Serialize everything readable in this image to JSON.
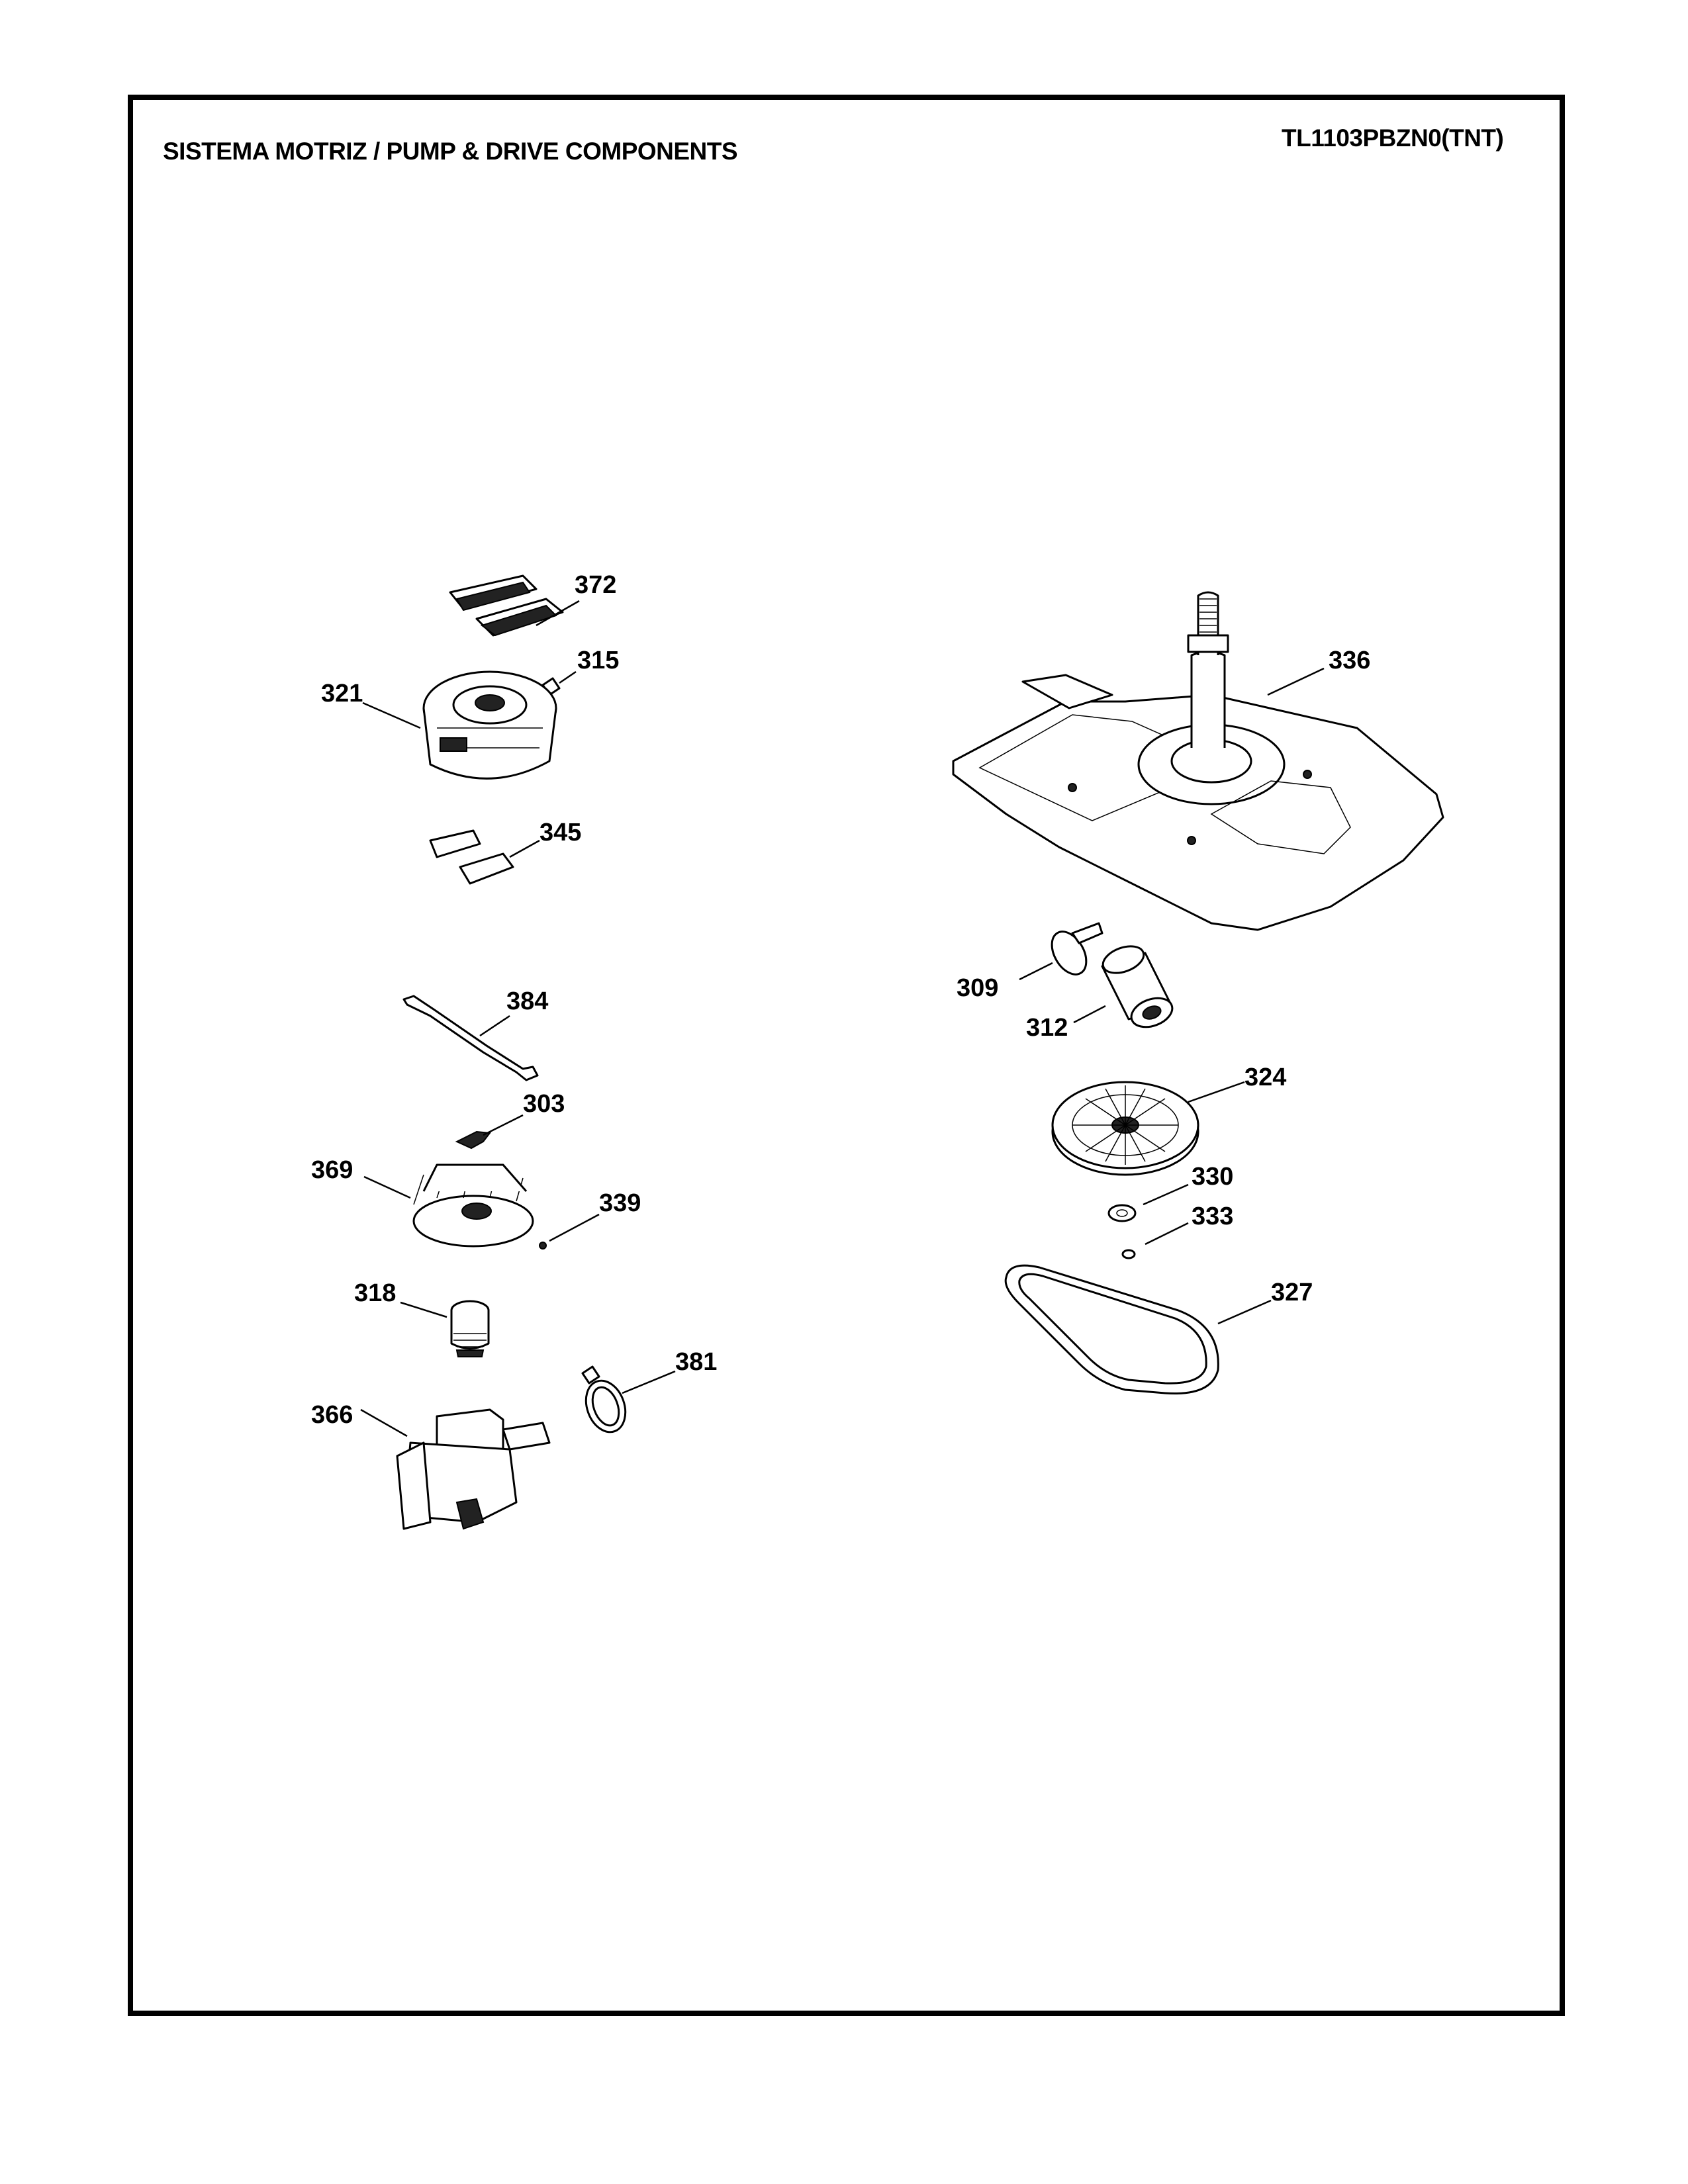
{
  "header": {
    "title": "SISTEMA MOTRIZ / PUMP  &  DRIVE COMPONENTS",
    "model": "TL1103PBZN0(TNT)"
  },
  "parts": [
    {
      "id": "372",
      "label": "372"
    },
    {
      "id": "315",
      "label": "315"
    },
    {
      "id": "321",
      "label": "321"
    },
    {
      "id": "345",
      "label": "345"
    },
    {
      "id": "384",
      "label": "384"
    },
    {
      "id": "303",
      "label": "303"
    },
    {
      "id": "369",
      "label": "369"
    },
    {
      "id": "339",
      "label": "339"
    },
    {
      "id": "318",
      "label": "318"
    },
    {
      "id": "381",
      "label": "381"
    },
    {
      "id": "366",
      "label": "366"
    },
    {
      "id": "336",
      "label": "336"
    },
    {
      "id": "309",
      "label": "309"
    },
    {
      "id": "312",
      "label": "312"
    },
    {
      "id": "324",
      "label": "324"
    },
    {
      "id": "330",
      "label": "330"
    },
    {
      "id": "333",
      "label": "333"
    },
    {
      "id": "327",
      "label": "327"
    }
  ]
}
